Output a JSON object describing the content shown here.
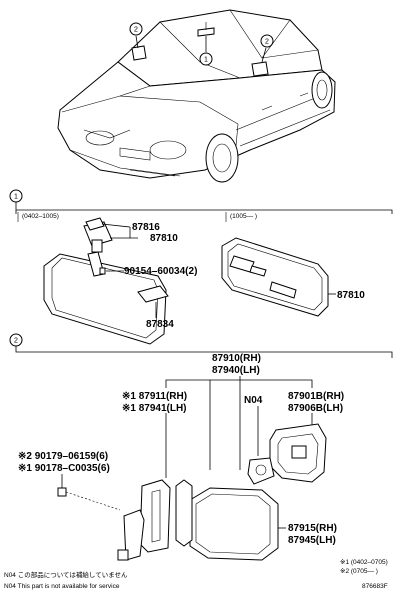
{
  "callouts": {
    "one": "1",
    "two": "2"
  },
  "section1": {
    "marker": "1",
    "date_left": "(0402–1005)",
    "date_right": "(1005—  )",
    "parts": {
      "p87816": "87816",
      "p87810a": "87810",
      "p90154": "90154–60034(2)",
      "p87834": "87834",
      "p87810b": "87810"
    }
  },
  "section2": {
    "marker": "2",
    "parts": {
      "p87910": "87910(RH)",
      "p87940": "87940(LH)",
      "p87911": "※1 87911(RH)",
      "p87941": "※1 87941(LH)",
      "n04": "N04",
      "p87901b": "87901B(RH)",
      "p87906b": "87906B(LH)",
      "p90179": "※2 90179–06159(6)",
      "p90178": "※1 90178–C0035(6)",
      "p87915": "87915(RH)",
      "p87945": "87945(LH)"
    },
    "notes": {
      "note1": "※1 (0402–0705)",
      "note2": "※2 (0705—  )"
    }
  },
  "footer": {
    "n04_jp": "N04 この部品については補給していません",
    "n04_en": "N04 This part is not available for service",
    "drawing_no": "876683F"
  }
}
